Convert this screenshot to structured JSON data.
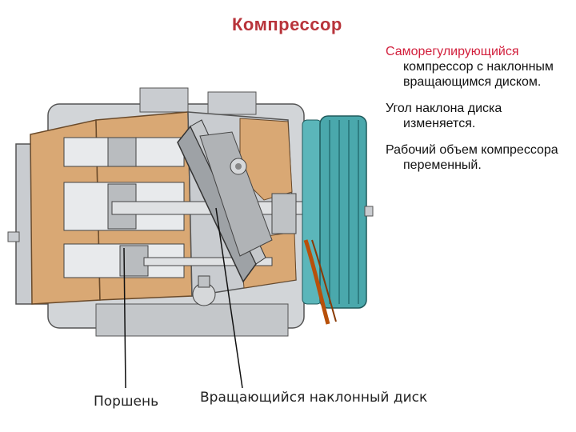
{
  "title": "Компрессор",
  "notes": [
    {
      "lead": "Саморегулирующийся",
      "rest": "компрессор с наклонным вращающимся диском."
    },
    {
      "lead": "",
      "rest": "Угол наклона диска изменяется."
    },
    {
      "lead": "",
      "rest": "Рабочий объем компрессора переменный."
    }
  ],
  "labels": {
    "piston": "Поршень",
    "swash_plate": "Вращающийся наклонный диск"
  },
  "colors": {
    "title": "#b8333a",
    "highlight": "#d21f3c",
    "housing": "#d9a874",
    "pulley": "#4aa8ac",
    "metal": "#c9ccd0",
    "wire": "#b8500a"
  }
}
